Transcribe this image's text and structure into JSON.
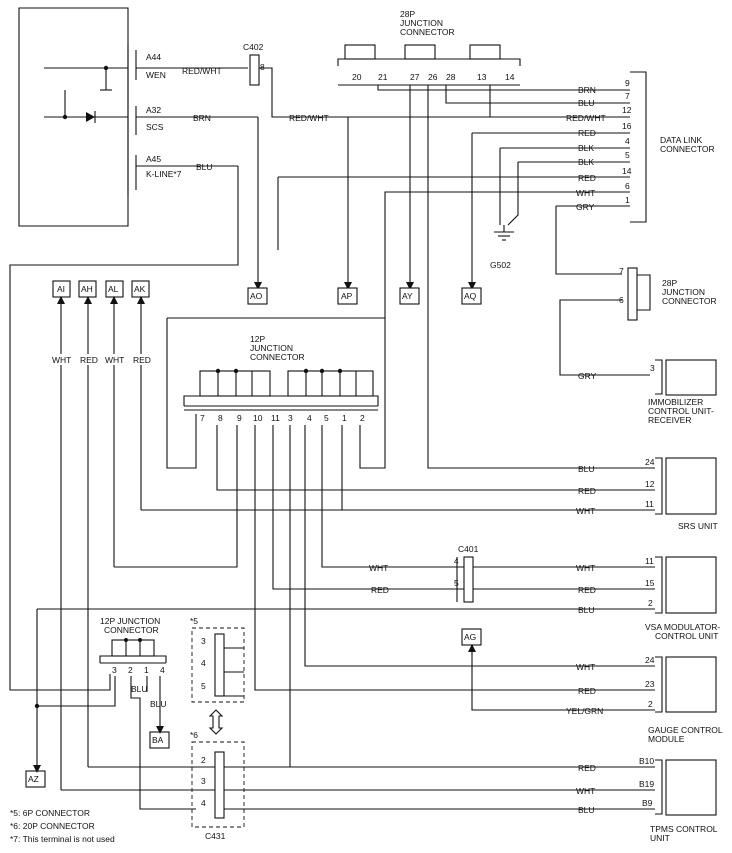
{
  "ecm": {
    "pins": [
      {
        "pin": "A44",
        "name": "WEN"
      },
      {
        "pin": "A32",
        "name": "SCS"
      },
      {
        "pin": "A45",
        "name": "K-LINE*7"
      }
    ],
    "wires": [
      "RED/WHT",
      "BRN",
      "BLU"
    ]
  },
  "c402": {
    "name": "C402",
    "pin": "8",
    "wire": "RED/WHT"
  },
  "jc28_top": {
    "title": [
      "28P",
      "JUNCTION",
      "CONNECTOR"
    ],
    "pins": [
      "20",
      "21",
      "27",
      "26",
      "28",
      "13",
      "14"
    ]
  },
  "dlc": {
    "title": [
      "DATA LINK",
      "CONNECTOR"
    ],
    "rows": [
      {
        "wire": "BRN",
        "pin": "9"
      },
      {
        "wire": "BLU",
        "pin": "7"
      },
      {
        "wire": "RED/WHT",
        "pin": "12"
      },
      {
        "wire": "RED",
        "pin": "16"
      },
      {
        "wire": "BLK",
        "pin": "4"
      },
      {
        "wire": "BLK",
        "pin": "5"
      },
      {
        "wire": "RED",
        "pin": "14"
      },
      {
        "wire": "WHT",
        "pin": "6"
      },
      {
        "wire": "GRY",
        "pin": "1"
      }
    ]
  },
  "ground": "G502",
  "refs": [
    "AO",
    "AP",
    "AY",
    "AQ",
    "AI",
    "AH",
    "AL",
    "AK",
    "AG",
    "BA",
    "AZ"
  ],
  "left_wires": [
    "WHT",
    "RED",
    "WHT",
    "RED"
  ],
  "jc28_right": {
    "title": [
      "28P",
      "JUNCTION",
      "CONNECTOR"
    ],
    "pins": [
      "7",
      "6"
    ]
  },
  "immobilizer": {
    "title": [
      "IMMOBILIZER",
      "CONTROL UNIT-",
      "RECEIVER"
    ],
    "wire": "GRY",
    "pin": "3"
  },
  "jc12": {
    "title": [
      "12P",
      "JUNCTION",
      "CONNECTOR"
    ],
    "pins": [
      "7",
      "8",
      "9",
      "10",
      "11",
      "3",
      "4",
      "5",
      "1",
      "2"
    ]
  },
  "srs": {
    "title": [
      "SRS UNIT"
    ],
    "rows": [
      {
        "wire": "BLU",
        "pin": "24"
      },
      {
        "wire": "RED",
        "pin": "12"
      },
      {
        "wire": "WHT",
        "pin": "11"
      }
    ]
  },
  "c401": {
    "name": "C401",
    "rows": [
      {
        "wire": "WHT",
        "pin": "4"
      },
      {
        "wire": "RED",
        "pin": "5"
      }
    ]
  },
  "vsa": {
    "title": [
      "VSA MODULATOR-",
      "CONTROL UNIT"
    ],
    "rows": [
      {
        "wire": "WHT",
        "pin": "11"
      },
      {
        "wire": "RED",
        "pin": "15"
      },
      {
        "wire": "BLU",
        "pin": "2"
      }
    ]
  },
  "jc12_small": {
    "title": [
      "12P JUNCTION",
      "CONNECTOR"
    ],
    "pins": [
      "3",
      "2",
      "1",
      "4"
    ],
    "wires": [
      "BLU",
      "BLU"
    ]
  },
  "conn6": {
    "mark": "*5",
    "pins": [
      "3",
      "4",
      "5"
    ]
  },
  "conn20": {
    "mark": "*6",
    "pins": [
      "2",
      "3",
      "4"
    ],
    "name": "C431"
  },
  "gauge": {
    "title": [
      "GAUGE CONTROL",
      "MODULE"
    ],
    "rows": [
      {
        "wire": "WHT",
        "pin": "24"
      },
      {
        "wire": "RED",
        "pin": "23"
      },
      {
        "wire": "YEL/GRN",
        "pin": "2"
      }
    ]
  },
  "tpms": {
    "title": [
      "TPMS CONTROL",
      "UNIT"
    ],
    "rows": [
      {
        "wire": "RED",
        "pin": "B10"
      },
      {
        "wire": "WHT",
        "pin": "B19"
      },
      {
        "wire": "BLU",
        "pin": "B9"
      }
    ]
  },
  "footnotes": [
    "*5: 6P CONNECTOR",
    "*6: 20P CONNECTOR",
    "*7: This terminal is not used"
  ]
}
